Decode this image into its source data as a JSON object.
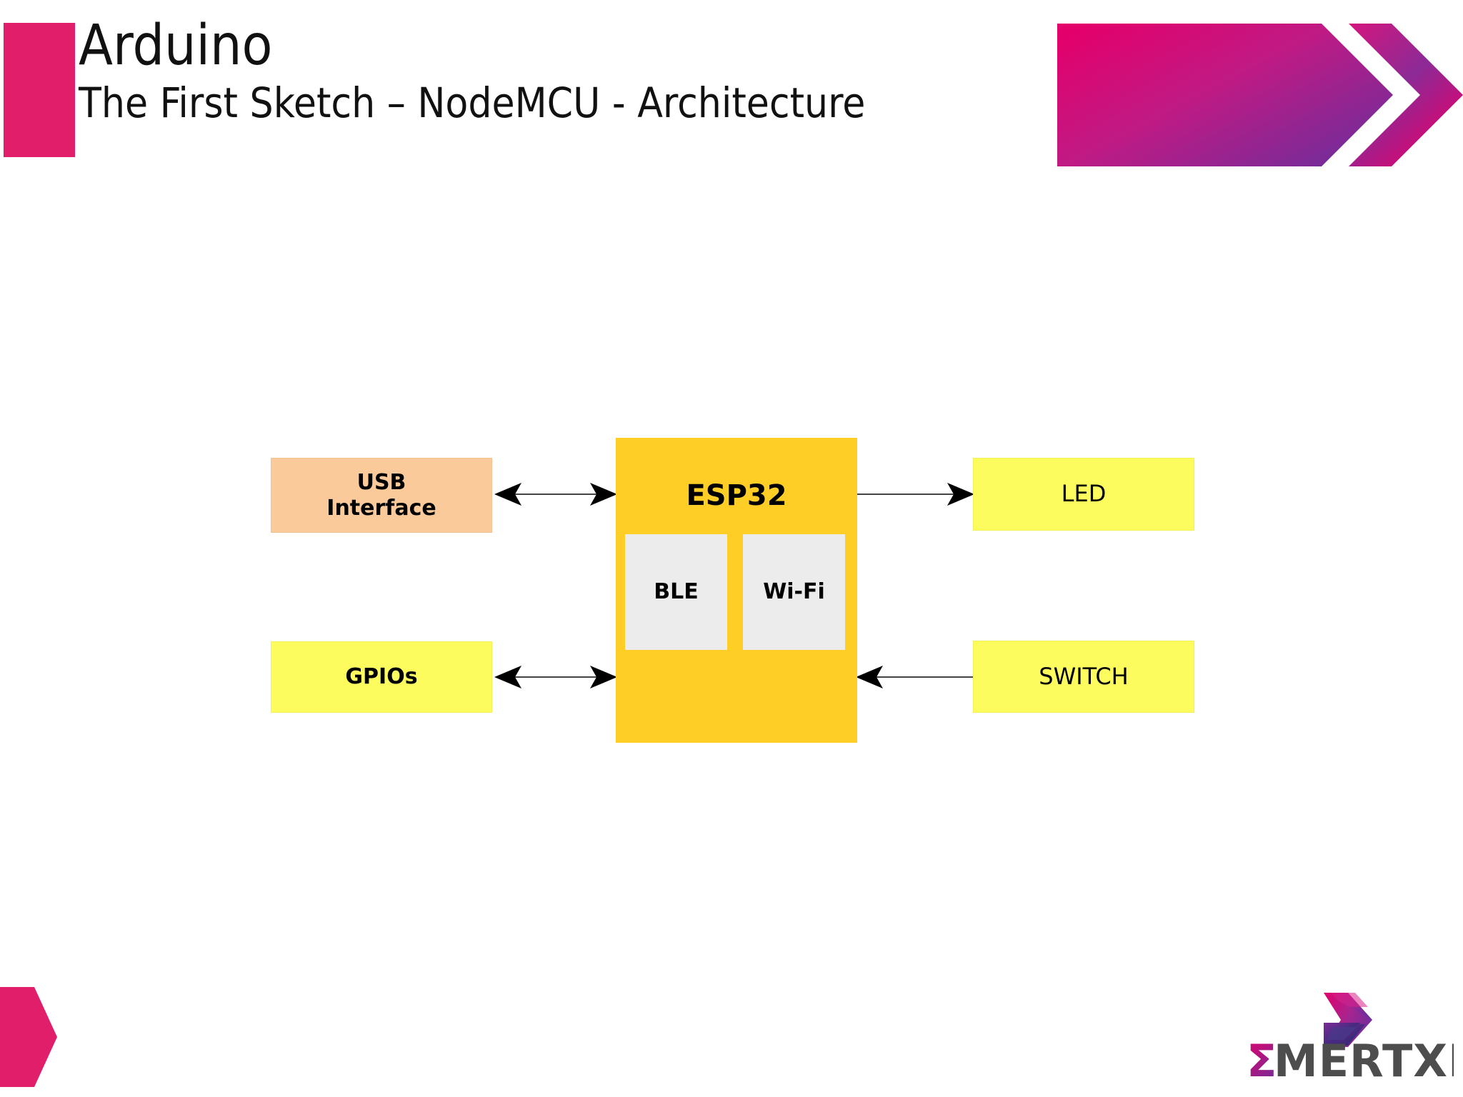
{
  "slide": {
    "title": "Arduino",
    "subtitle": "The First Sketch – NodeMCU - Architecture",
    "background_color": "#ffffff",
    "accent_color": "#e01e6a",
    "gradient_start": "#e4006b",
    "gradient_end": "#5b2d90"
  },
  "diagram": {
    "type": "block-diagram",
    "center": {
      "label": "ESP32",
      "color": "#ffce26",
      "submodules": [
        {
          "label": "BLE",
          "color": "#edecec"
        },
        {
          "label": "Wi-Fi",
          "color": "#edecec"
        }
      ]
    },
    "blocks": [
      {
        "id": "usb",
        "label_line1": "USB",
        "label_line2": "Interface",
        "color": "#fbca9a",
        "side": "left"
      },
      {
        "id": "gpios",
        "label": "GPIOs",
        "color": "#fdfc5e",
        "side": "left"
      },
      {
        "id": "led",
        "label": "LED",
        "color": "#fdfc5e",
        "side": "right"
      },
      {
        "id": "switch",
        "label": "SWITCH",
        "color": "#fdfc5e",
        "side": "right"
      }
    ],
    "connectors": [
      {
        "from": "usb",
        "to": "esp32",
        "direction": "bidirectional"
      },
      {
        "from": "gpios",
        "to": "esp32",
        "direction": "bidirectional"
      },
      {
        "from": "esp32",
        "to": "led",
        "direction": "forward"
      },
      {
        "from": "switch",
        "to": "esp32",
        "direction": "forward"
      }
    ]
  },
  "footer": {
    "brand_name": "MERTXE",
    "brand_sigma": "Σ"
  }
}
